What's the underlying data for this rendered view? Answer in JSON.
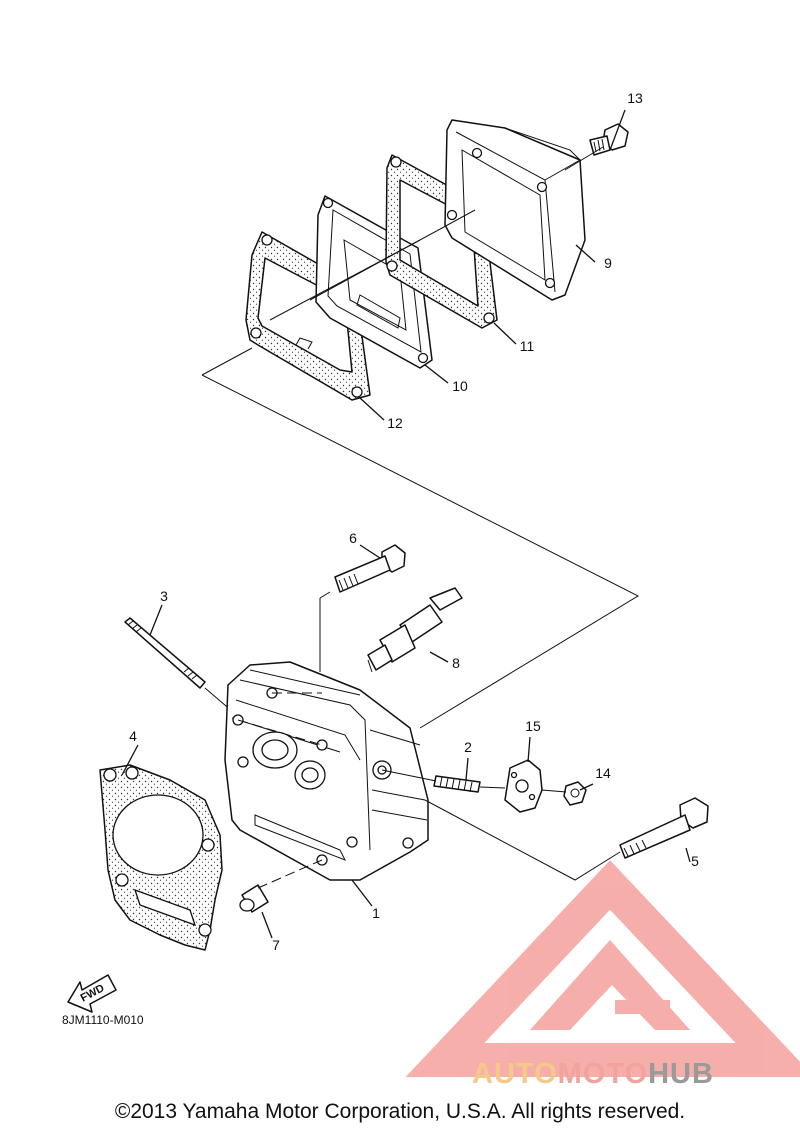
{
  "diagram": {
    "callouts": {
      "c1": "1",
      "c2": "2",
      "c3": "3",
      "c4": "4",
      "c5": "5",
      "c6": "6",
      "c7": "7",
      "c8": "8",
      "c9": "9",
      "c10": "10",
      "c11": "11",
      "c12": "12",
      "c13": "13",
      "c14": "14",
      "c15": "15"
    },
    "fwd_arrow": "FWD",
    "diagram_code": "8JM1110-M010"
  },
  "watermark": {
    "part1": "AUTO",
    "part2": "MOTO",
    "part3": "HUB",
    "colors": {
      "auto": "#f5c98a",
      "moto": "#f2a3a0",
      "hub": "#9a9a9a",
      "logo": "#f4a19c"
    }
  },
  "footer": {
    "copyright": "©2013 Yamaha Motor Corporation, U.S.A. All rights reserved."
  }
}
